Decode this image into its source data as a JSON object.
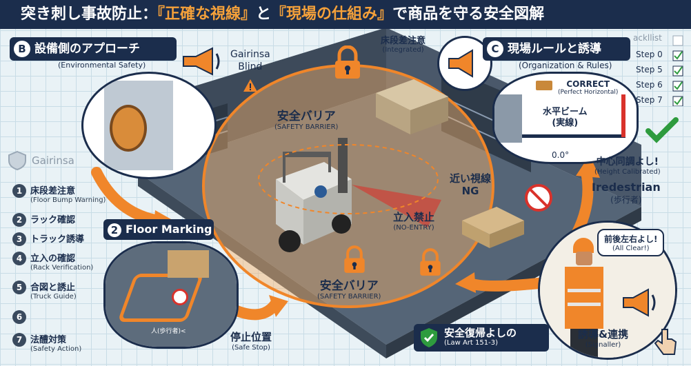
{
  "title": {
    "part1": "突き刺し事故防止：",
    "part2": "『正確な視線』",
    "part3": "と",
    "part4": "『現場の仕組み』",
    "part5": "で商品を守る安全図解"
  },
  "section_b": {
    "letter": "B",
    "title": "設備側のアプローチ",
    "subtitle": "(Environmental Safety)"
  },
  "section_c": {
    "letter": "C",
    "title": "現場ルールと誘導",
    "subtitle": "(Organization & Rules)"
  },
  "section_2": {
    "letter": "2",
    "title": "Floor Marking"
  },
  "gairinsa_blind": "Gairinsa\nBlind",
  "gairinsa_left": "Gairinsa",
  "list": [
    {
      "num": "1",
      "jp": "床段差注意",
      "en": "(Floor Bump Warning)"
    },
    {
      "num": "2",
      "jp": "ラック確認",
      "en": ""
    },
    {
      "num": "3",
      "jp": "トラック誘導",
      "en": ""
    },
    {
      "num": "4",
      "jp": "立入の確認",
      "en": "(Rack Verification)"
    },
    {
      "num": "5",
      "jp": "合図と誘止",
      "en": "(Truck Guide)"
    },
    {
      "num": "6",
      "jp": "",
      "en": ""
    },
    {
      "num": "7",
      "jp": "法醴対策",
      "en": "(Safety Action)"
    }
  ],
  "checklist": {
    "title": "ackllist",
    "steps": [
      "Step 0",
      "Step 5",
      "Step 6",
      "Step 7"
    ]
  },
  "labels": {
    "floor_step": "床段差注意",
    "integrated": "(Integrated)",
    "barrier_top": "安全バリア",
    "barrier_top_en": "(SAFETY BARRIER)",
    "barrier_bottom": "安全バリア",
    "barrier_bottom_en": "(SAFETY BARRIER)",
    "near_sight": "近い視線",
    "near_sight_ng": "NG",
    "no_entry": "立入禁止",
    "no_entry_en": "(NO-ENTRY)",
    "correct": "CORRECT",
    "correct_en": "(Perfect Horizontal)",
    "beam": "水平ビーム",
    "beam_sub": "(実線)",
    "angle": "0.0°",
    "center": "中心同調よし!",
    "center_en": "(Height Calibrated)",
    "pedestrian": "Iredestrian",
    "pedestrian_jp": "(歩行者)",
    "all_clear": "前後左右よし!",
    "all_clear_en": "(All Clear!)",
    "stop_pos": "停止位置",
    "stop_pos_en": "(Safe Stop)",
    "restore": "安全復帰よしの",
    "restore_en": "(Law Art 151-3)",
    "signal": "誘導&連携",
    "signal_en": "(Signaller)",
    "floor_note": "人(歩行者)<"
  },
  "colors": {
    "navy": "#1b2d4c",
    "orange": "#f0862a",
    "barrier": "#f6b26b",
    "red": "#d9322b",
    "green": "#2e9b3e"
  }
}
